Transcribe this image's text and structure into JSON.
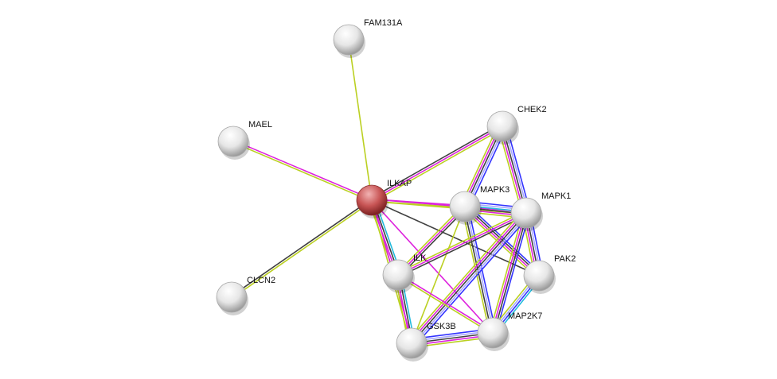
{
  "network": {
    "query_node": "ILKAP",
    "nodes": [
      {
        "id": "FAM131A",
        "label": "FAM131A"
      },
      {
        "id": "MAEL",
        "label": "MAEL"
      },
      {
        "id": "ILKAP",
        "label": "ILKAP"
      },
      {
        "id": "CHEK2",
        "label": "CHEK2"
      },
      {
        "id": "MAPK3",
        "label": "MAPK3"
      },
      {
        "id": "MAPK1",
        "label": "MAPK1"
      },
      {
        "id": "ILK",
        "label": "ILK"
      },
      {
        "id": "PAK2",
        "label": "PAK2"
      },
      {
        "id": "CLCN2",
        "label": "CLCN2"
      },
      {
        "id": "GSK3B",
        "label": "GSK3B"
      },
      {
        "id": "MAP2K7",
        "label": "MAP2K7"
      }
    ],
    "evidence_colors": {
      "b": "#3333ff",
      "l": "#a8a8ff",
      "c": "#22bbdd",
      "k": "#404040",
      "m": "#dd22dd",
      "y": "#bbd022"
    },
    "edges": [
      {
        "a": "FAM131A",
        "b": "ILKAP",
        "ev": "y"
      },
      {
        "a": "MAEL",
        "b": "ILKAP",
        "ev": "my"
      },
      {
        "a": "CLCN2",
        "b": "ILKAP",
        "ev": "ky"
      },
      {
        "a": "ILKAP",
        "b": "CHEK2",
        "ev": "kmy"
      },
      {
        "a": "ILKAP",
        "b": "MAPK3",
        "ev": "my"
      },
      {
        "a": "ILKAP",
        "b": "MAPK1",
        "ev": "my"
      },
      {
        "a": "ILKAP",
        "b": "PAK2",
        "ev": "k"
      },
      {
        "a": "ILKAP",
        "b": "ILK",
        "ev": "ckmy"
      },
      {
        "a": "ILKAP",
        "b": "GSK3B",
        "ev": "my"
      },
      {
        "a": "ILKAP",
        "b": "MAP2K7",
        "ev": "m"
      },
      {
        "a": "CHEK2",
        "b": "MAPK3",
        "ev": "blkmy"
      },
      {
        "a": "CHEK2",
        "b": "MAPK1",
        "ev": "blkmy"
      },
      {
        "a": "MAPK3",
        "b": "MAPK1",
        "ev": "blckmy"
      },
      {
        "a": "MAPK3",
        "b": "ILK",
        "ev": "kmy"
      },
      {
        "a": "MAPK3",
        "b": "PAK2",
        "ev": "bkmy"
      },
      {
        "a": "MAPK3",
        "b": "MAP2K7",
        "ev": "blky"
      },
      {
        "a": "MAPK3",
        "b": "GSK3B",
        "ev": "y"
      },
      {
        "a": "MAPK1",
        "b": "ILK",
        "ev": "kmy"
      },
      {
        "a": "MAPK1",
        "b": "PAK2",
        "ev": "blkmy"
      },
      {
        "a": "MAPK1",
        "b": "MAP2K7",
        "ev": "bkmy"
      },
      {
        "a": "MAPK1",
        "b": "GSK3B",
        "ev": "blkmy"
      },
      {
        "a": "PAK2",
        "b": "MAP2K7",
        "ev": "cbly"
      },
      {
        "a": "ILK",
        "b": "GSK3B",
        "ev": "ckmy"
      },
      {
        "a": "GSK3B",
        "b": "MAP2K7",
        "ev": "blkmy"
      },
      {
        "a": "ILK",
        "b": "MAP2K7",
        "ev": "my"
      }
    ]
  }
}
